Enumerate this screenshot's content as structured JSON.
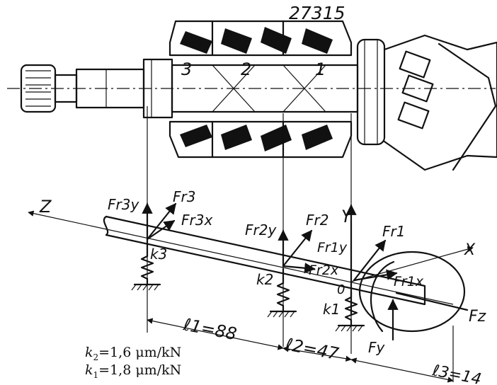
{
  "drawing_number": "27315",
  "bearings": [
    "3",
    "2",
    "1"
  ],
  "axes": {
    "z": "Z",
    "y": "Y",
    "x": "X"
  },
  "forces": {
    "fr3y": "Fr3y",
    "fr3": "Fr3",
    "fr3x": "Fr3x",
    "fr2y": "Fr2y",
    "fr2": "Fr2",
    "fr2x": "Fr2x",
    "fr1y": "Fr1y",
    "fr1": "Fr1",
    "fr1x": "Fr1x",
    "fz": "Fz",
    "fy": "Fy"
  },
  "springs": {
    "k3": "k3",
    "k2": "k2",
    "k1": "k1"
  },
  "origin": "0",
  "dimensions": {
    "l1": "ℓ1=88",
    "l2": "ℓ2=47",
    "l3": "ℓ3=14"
  },
  "notes": {
    "k2": {
      "sym": "k",
      "sub": "2",
      "value": "=1,6 μm/kN"
    },
    "k1": {
      "sym": "k",
      "sub": "1",
      "value": "=1,8 μm/kN"
    }
  }
}
